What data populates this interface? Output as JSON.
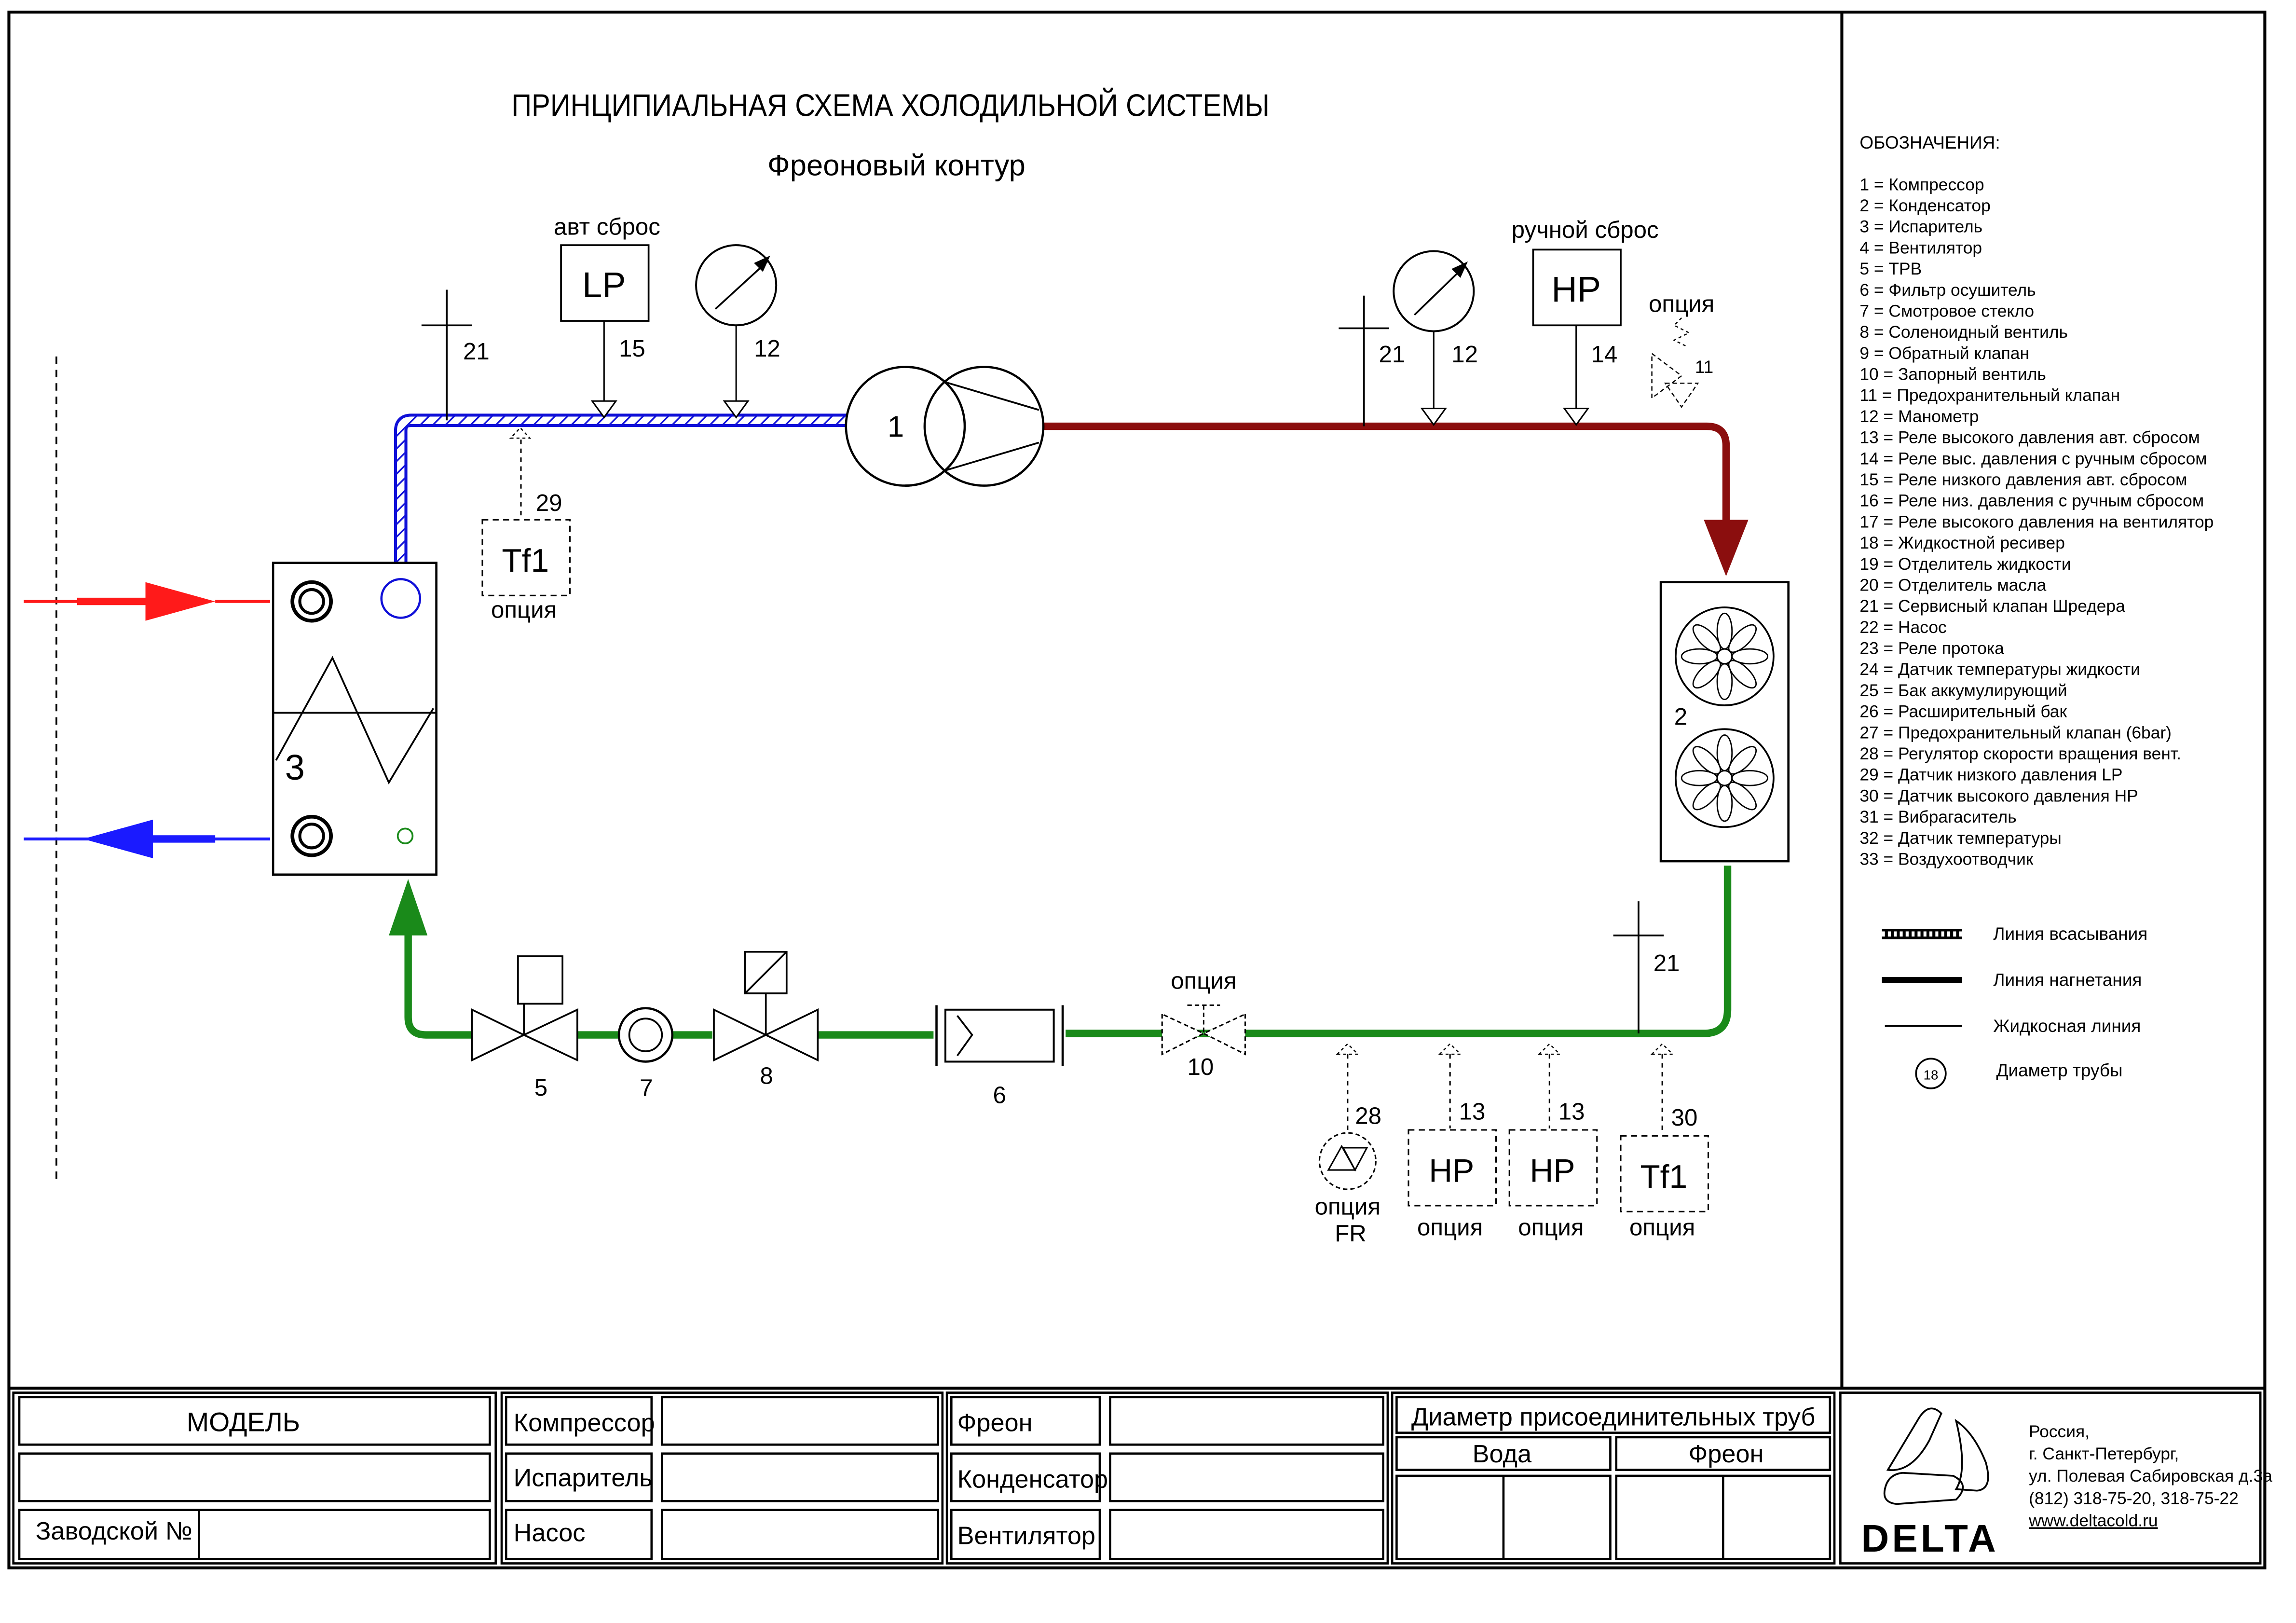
{
  "title": "ПРИНЦИПИАЛЬНАЯ СХЕМА ХОЛОДИЛЬНОЙ СИСТЕМЫ",
  "subtitle": "Фреоновый контур",
  "labels": {
    "auto_reset": "авт сброс",
    "manual_reset": "ручной сброс",
    "option": "опция",
    "lp": "LP",
    "hp": "HP",
    "tf1": "Tf1",
    "fr": "FR",
    "n1": "1",
    "n2": "2",
    "n3": "3",
    "n5": "5",
    "n6": "6",
    "n7": "7",
    "n8": "8",
    "n10": "10",
    "n11": "11",
    "n12": "12",
    "n13": "13",
    "n14": "14",
    "n15": "15",
    "n21": "21",
    "n28": "28",
    "n29": "29",
    "n30": "30"
  },
  "legend": {
    "heading": "ОБОЗНАЧЕНИЯ:",
    "items": [
      "1 = Компрессор",
      "2 = Конденсатор",
      "3 = Испаритель",
      "4 = Вентилятор",
      "5 = ТРВ",
      "6 = Фильтр осушитель",
      "7 = Смотровое стекло",
      "8 = Соленоидный вентиль",
      "9 = Обратный клапан",
      "10 = Запорный вентиль",
      "11 = Предохранительный клапан",
      "12 = Манометр",
      "13 = Реле высокого давления авт. сбросом",
      "14 = Реле выс. давления с ручным сбросом",
      "15 = Реле низкого давления авт. сбросом",
      "16 = Реле низ. давления с ручным сбросом",
      "17 = Реле высокого давления на вентилятор",
      "18 = Жидкостной ресивер",
      "19 = Отделитель жидкости",
      "20 = Отделитель масла",
      "21 = Сервисный клапан Шредера",
      "22 = Насос",
      "23 = Реле протока",
      "24 = Датчик температуры жидкости",
      "25 = Бак аккумулирующий",
      "26 = Расширительный бак",
      "27 = Предохранительный клапан (6bar)",
      "28 = Регулятор скорости вращения вент.",
      "29 = Датчик низкого давления LP",
      "30 = Датчик высокого давления HP",
      "31 = Вибрагаситель",
      "32 = Датчик температуры",
      "33 = Воздухоотводчик"
    ],
    "line_types": {
      "suction": "Линия всасывания",
      "discharge": "Линия нагнетания",
      "liquid": "Жидкосная линия",
      "diameter": "Диаметр трубы",
      "diameter_value": "18"
    }
  },
  "title_block": {
    "model": "МОДЕЛЬ",
    "serial": "Заводской №",
    "compressor": "Компрессор",
    "evaporator": "Испаритель",
    "pump": "Насос",
    "freon": "Фреон",
    "condenser": "Конденсатор",
    "fan": "Вентилятор",
    "pipe_diameter": "Диаметр присоединительных труб",
    "water": "Вода",
    "freon_col": "Фреон"
  },
  "company": {
    "logo": "DELTA",
    "line1": "Россия,",
    "line2": "г. Санкт-Петербург,",
    "line3": "ул. Полевая Сабировская д.3а",
    "line4": "(812) 318-75-20, 318-75-22",
    "line5": "www.deltacold.ru"
  },
  "colors": {
    "suction": "#1010d8",
    "discharge": "#8b0e0e",
    "liquid": "#1a8a1a",
    "water_in": "#ff1a1a",
    "water_out": "#1a1aff"
  }
}
